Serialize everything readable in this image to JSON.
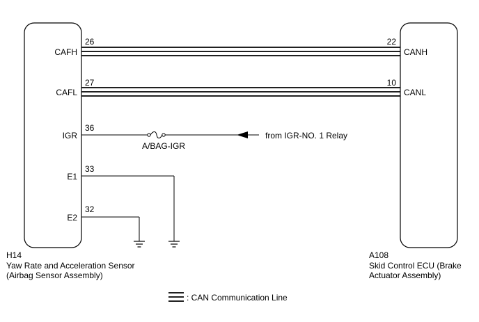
{
  "left_component": {
    "code": "H14",
    "name_line1": "Yaw Rate and Acceleration Sensor",
    "name_line2": "(Airbag Sensor Assembly)",
    "pins": {
      "cafh": {
        "signal": "CAFH",
        "pin": "26"
      },
      "cafl": {
        "signal": "CAFL",
        "pin": "27"
      },
      "igr": {
        "signal": "IGR",
        "pin": "36"
      },
      "e1": {
        "signal": "E1",
        "pin": "33"
      },
      "e2": {
        "signal": "E2",
        "pin": "32"
      }
    }
  },
  "right_component": {
    "code": "A108",
    "name_line1": "Skid Control ECU (Brake",
    "name_line2": "Actuator Assembly)",
    "pins": {
      "canh": {
        "signal": "CANH",
        "pin": "22"
      },
      "canl": {
        "signal": "CANL",
        "pin": "10"
      }
    }
  },
  "fuse_label": "A/BAG-IGR",
  "power_source": "from IGR-NO. 1 Relay",
  "legend": {
    "text": ": CAN Communication Line"
  }
}
